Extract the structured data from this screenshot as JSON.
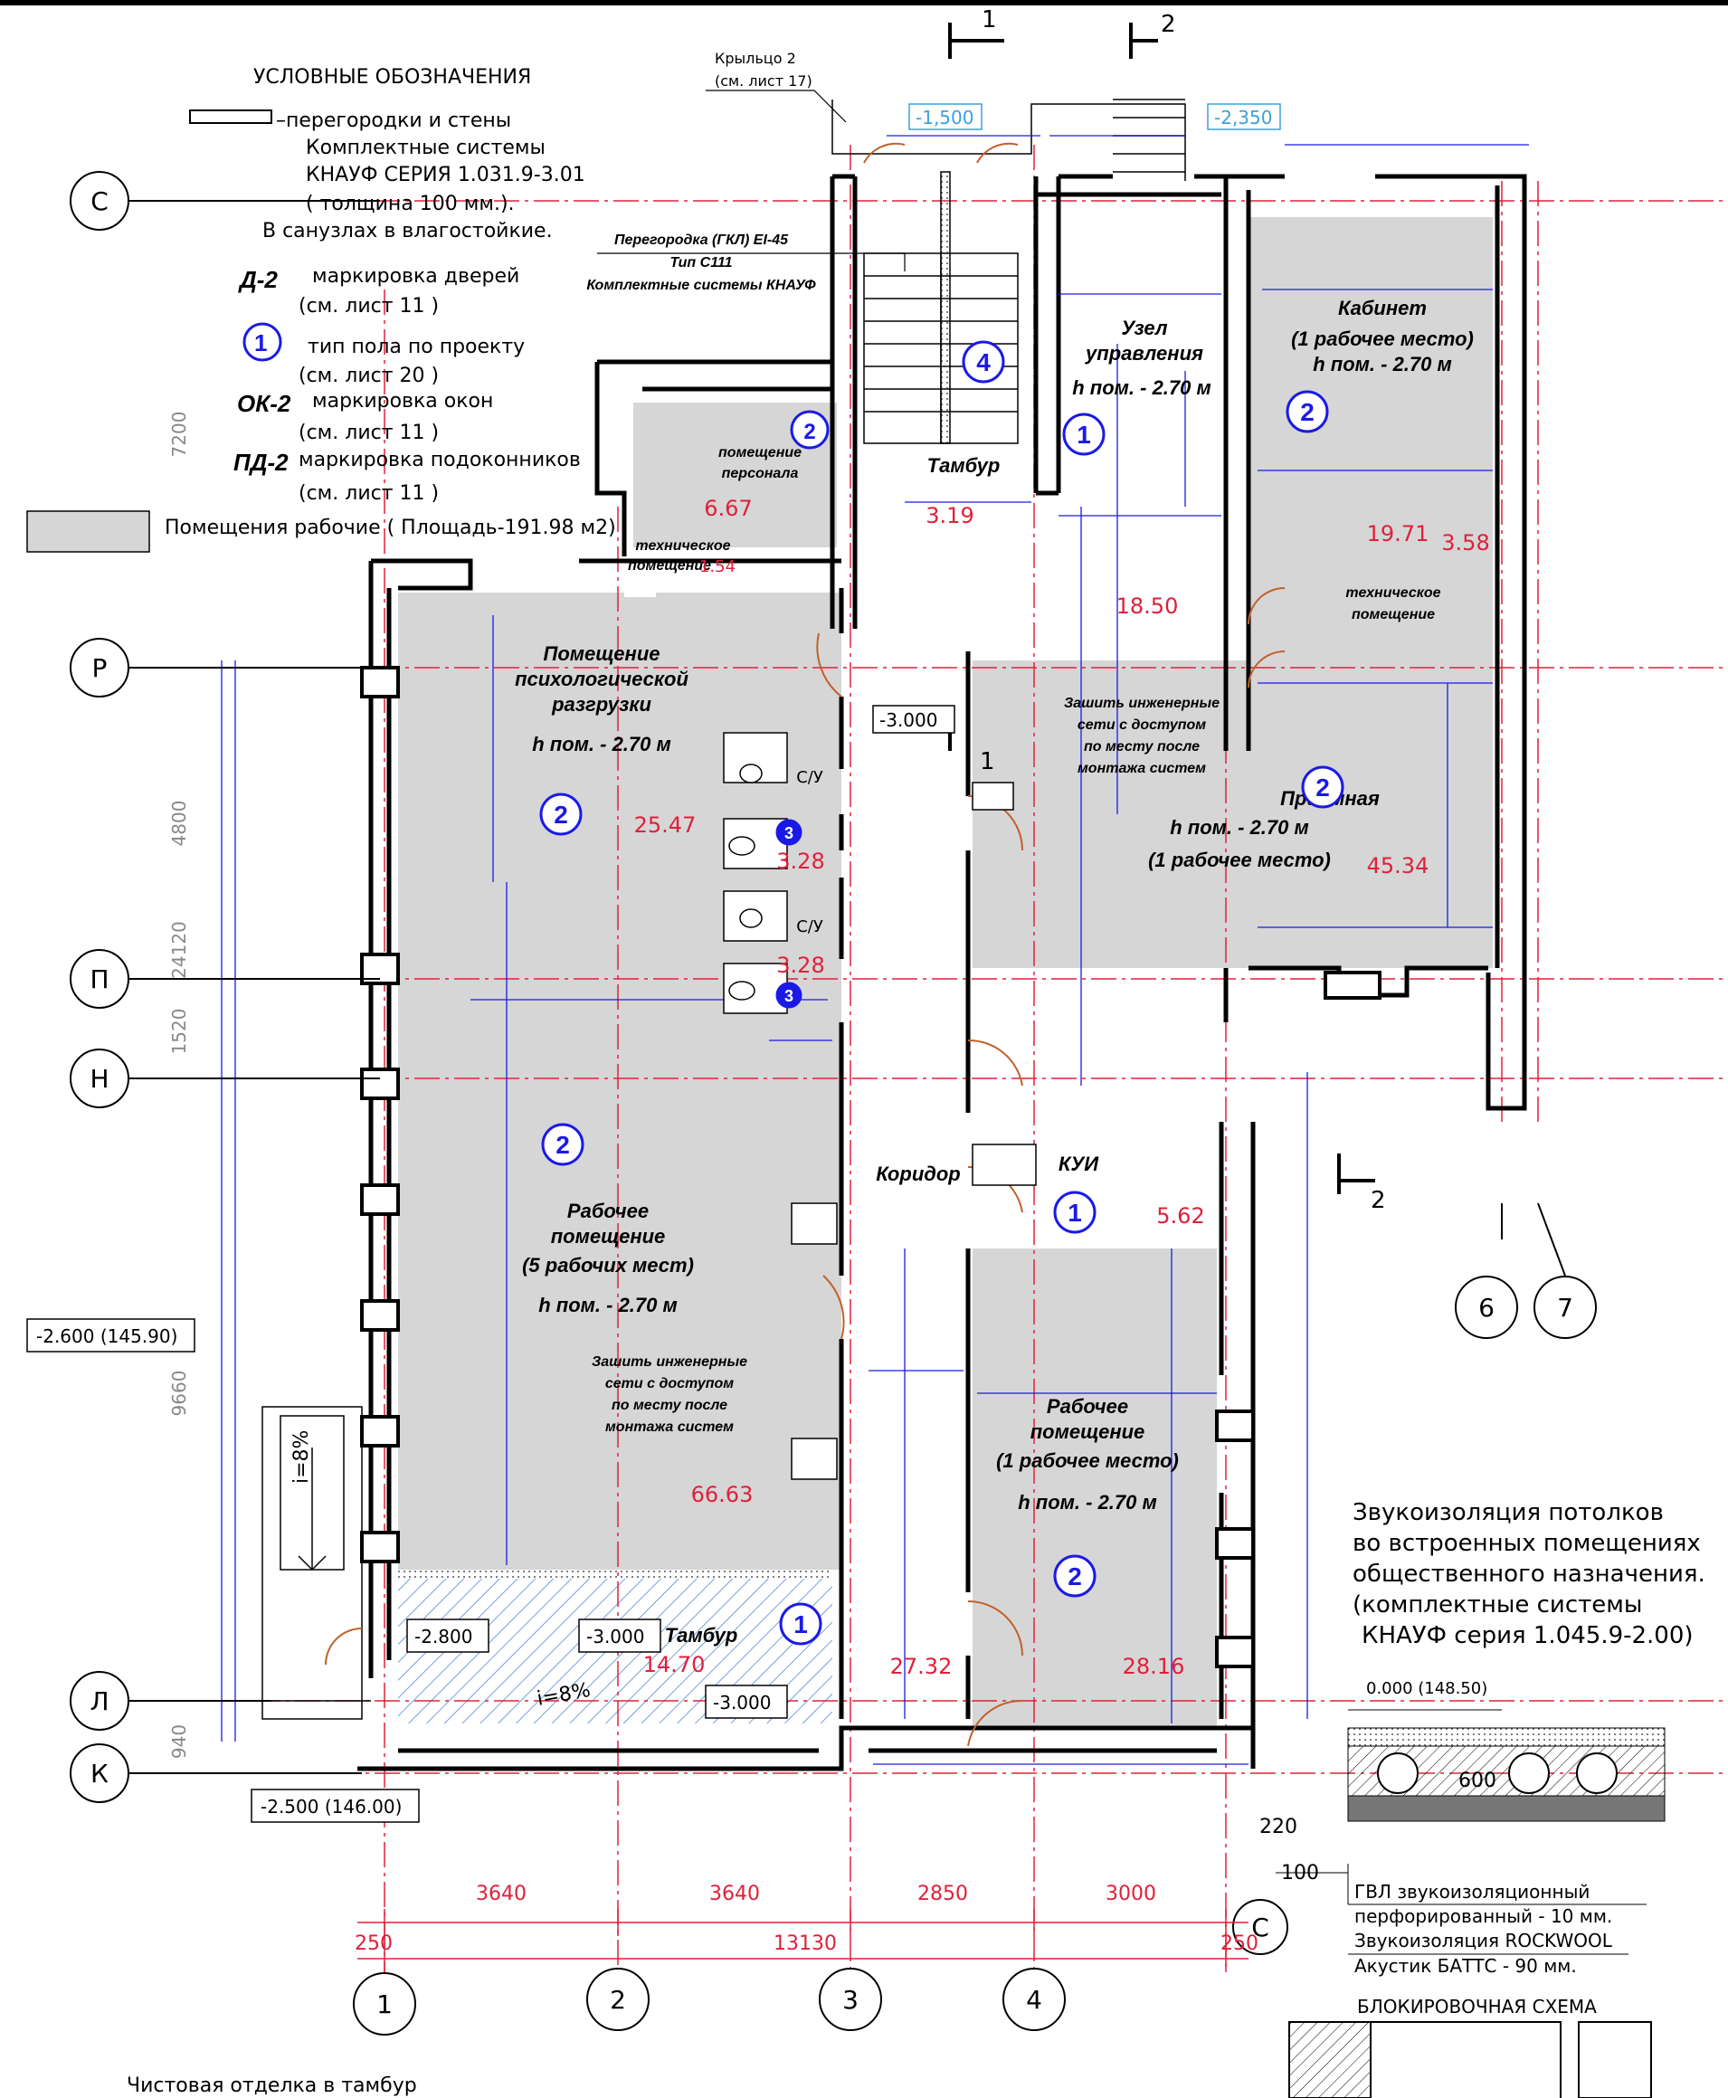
{
  "legend": {
    "title": "УСЛОВНЫЕ ОБОЗНАЧЕНИЯ",
    "walls_line1": "–перегородки и стены",
    "walls_line2": "Комплектные системы",
    "walls_line3": "КНАУФ СЕРИЯ 1.031.9-3.01",
    "walls_line4": "( толщина 100 мм.).",
    "walls_line5": "В санузлах в влагостойкие.",
    "door_code": "Д-2",
    "door_text": "маркировка дверей",
    "door_ref": "(см. лист 11 )",
    "floor_code": "1",
    "floor_text": "тип пола по проекту",
    "floor_ref": "(см. лист 20 )",
    "window_code": "ОК-2",
    "window_text": "маркировка окон",
    "window_ref": "(см. лист 11 )",
    "sill_code": "ПД-2",
    "sill_text": "маркировка подоконников",
    "sill_ref": "(см. лист 11 )",
    "work_rooms": "Помещения рабочие ( Площадь-191.98 м2)"
  },
  "partition_note": {
    "line1": "Перегородка (ГКЛ) EI-45",
    "line2": "Тип С111",
    "line3": "Комплектные системы КНАУФ"
  },
  "porch": {
    "line1": "Крыльцо 2",
    "line2": "(см. лист 17)"
  },
  "levels": {
    "porch1": "-1,500",
    "porch2": "-2,350",
    "left1": "-2.600 (145.90)",
    "left2": "-2.500 (146.00)",
    "corridor": "-3.000",
    "vest1": "-2.800",
    "vest2": "-3.000",
    "vest3": "-3.000"
  },
  "axes_rows": [
    "С",
    "Р",
    "П",
    "Н",
    "Л",
    "К"
  ],
  "axes_cols": [
    "1",
    "2",
    "3",
    "4",
    "6",
    "7"
  ],
  "sections": [
    "1",
    "2"
  ],
  "rooms": {
    "uzel": {
      "name1": "Узел",
      "name2": "управления",
      "height": "h пом. - 2.70 м",
      "area": "18.50",
      "floor": "1"
    },
    "cabinet": {
      "name1": "Кабинет",
      "name2": "(1 рабочее место)",
      "height": "h пом. - 2.70 м",
      "area": "19.71",
      "floor": "2"
    },
    "tech_right": {
      "name1": "техническое",
      "name2": "помещение",
      "area": "3.58"
    },
    "personnel": {
      "name1": "помещение",
      "name2": "персонала",
      "area": "6.67",
      "floor": "2"
    },
    "tech_left": {
      "name1": "техническое",
      "name2": "помещение",
      "area": "1.54"
    },
    "tambur_top": {
      "name": "Тамбур",
      "area": "3.19",
      "floor": "4"
    },
    "psych": {
      "name1": "Помещение",
      "name2": "психологической",
      "name3": "разгрузки",
      "height": "h пом. - 2.70 м",
      "area": "25.47",
      "floor": "2"
    },
    "wc1": {
      "name": "С/У",
      "area": "3.28",
      "floor": "3"
    },
    "wc2": {
      "name": "С/У",
      "area": "3.28",
      "floor": "3"
    },
    "reception": {
      "name": "Приемная",
      "height": "h пом. - 2.70 м",
      "seats": "(1 рабочее место)",
      "area": "45.34",
      "floor": "2"
    },
    "work_big": {
      "name1": "Рабочее",
      "name2": "помещение",
      "seats": "(5 рабочих мест)",
      "height": "h пом. - 2.70 м",
      "area": "66.63",
      "floor": "2"
    },
    "corridor": {
      "name": "Коридор",
      "area": "27.32"
    },
    "kui": {
      "name": "КУИ",
      "area": "5.62",
      "floor": "1"
    },
    "work_small": {
      "name1": "Рабочее",
      "name2": "помещение",
      "seats": "(1 рабочее место)",
      "height": "h пом. - 2.70 м",
      "area": "28.16",
      "floor": "2"
    },
    "tambur_bottom": {
      "name": "Тамбур",
      "area": "14.70",
      "floor": "1"
    }
  },
  "eng_note": {
    "line1": "Зашить инженерные",
    "line2": "сети с доступом",
    "line3": "по месту после",
    "line4": "монтажа систем"
  },
  "slope": "i=8%",
  "bottom_dims": [
    "3640",
    "3640",
    "2850",
    "3000"
  ],
  "total_dim": "13130",
  "edge_dims": [
    "250",
    "250"
  ],
  "left_dims": {
    "total": "24120",
    "d1": "7200",
    "d2": "4800",
    "d3": "1520",
    "d4": "9660",
    "d5": "940"
  },
  "sound": {
    "line1": "Звукоизоляция потолков",
    "line2": "во встроенных помещениях",
    "line3": "общественного назначения.",
    "line4": "(комплектные системы",
    "line5": "КНАУФ серия 1.045.9-2.00)",
    "level": "0.000 (148.50)",
    "d220": "220",
    "d100": "100",
    "d600": "600",
    "gvl1": "ГВЛ звукоизоляционный",
    "gvl2": "перфорированный - 10 мм.",
    "rock1": "Звукоизоляция ROCKWOOL",
    "rock2": "Акустик БАТТС  -  90 мм."
  },
  "block_scheme": {
    "title": "БЛОКИРОВОЧНАЯ   СХЕМА",
    "axis": "С"
  },
  "cut_note": "Чистовая отделка в тамбур"
}
